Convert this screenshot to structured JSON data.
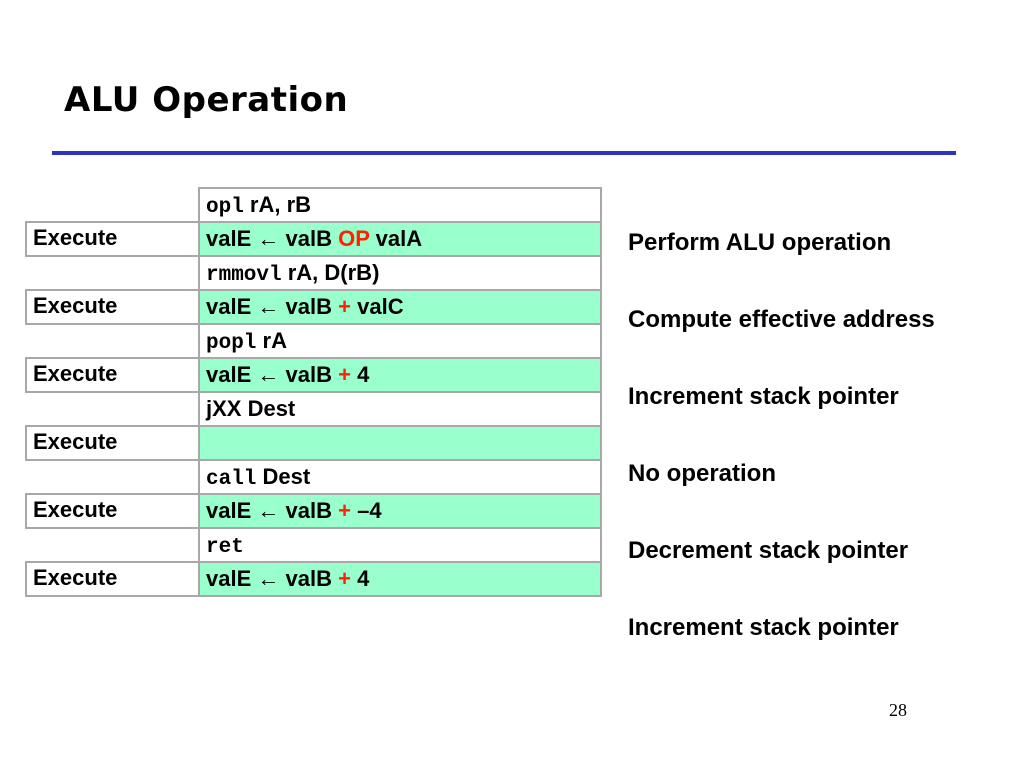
{
  "slide": {
    "title": "ALU Operation",
    "page_number": "28"
  },
  "stage_label": "Execute",
  "arrow": "←",
  "instructions": [
    {
      "instr_code": "opl",
      "instr_rest": " rA, rB",
      "action": {
        "lhs": "valE",
        "operand1": "valB",
        "operator": "OP",
        "operand2": "valA"
      },
      "description": "Perform ALU operation"
    },
    {
      "instr_code": "rmmovl",
      "instr_rest": " rA, D(rB)",
      "action": {
        "lhs": "valE",
        "operand1": "valB",
        "operator": "+",
        "operand2": "valC"
      },
      "description": "Compute effective address"
    },
    {
      "instr_code": "popl",
      "instr_rest": " rA",
      "action": {
        "lhs": "valE",
        "operand1": "valB",
        "operator": "+",
        "operand2": "4"
      },
      "description": "Increment stack pointer"
    },
    {
      "instr_code": "",
      "instr_rest": "jXX Dest",
      "action": null,
      "description": "No operation"
    },
    {
      "instr_code": "call",
      "instr_rest": " Dest",
      "action": {
        "lhs": "valE",
        "operand1": "valB",
        "operator": "+",
        "operand2": "–4"
      },
      "description": "Decrement stack pointer"
    },
    {
      "instr_code": "ret",
      "instr_rest": "",
      "action": {
        "lhs": "valE",
        "operand1": "valB",
        "operator": "+",
        "operand2": "4"
      },
      "description": "Increment stack pointer"
    }
  ]
}
